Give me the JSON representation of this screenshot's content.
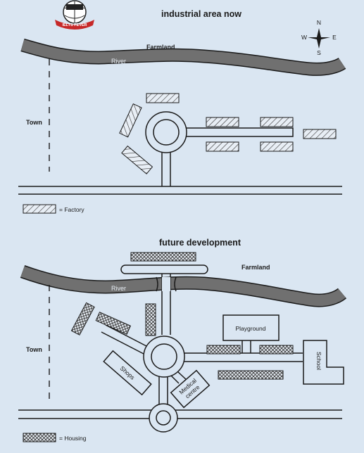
{
  "logo": {
    "icon": "globe-crest-logo-icon",
    "text": "IELTS FEVER",
    "colors": {
      "red": "#c62828",
      "dark": "#222222"
    }
  },
  "maps": {
    "now": {
      "title": "industrial area now",
      "labels": {
        "farmland": "Farmland",
        "river": "River",
        "town": "Town"
      },
      "legend": {
        "label": "= Factory"
      }
    },
    "future": {
      "title": "future development",
      "labels": {
        "farmland": "Farmland",
        "river": "River",
        "town": "Town",
        "playground": "Playground",
        "shops": "Shops",
        "medical_centre_line1": "Medical",
        "medical_centre_line2": "centre",
        "school": "School"
      },
      "legend": {
        "label": "= Housing"
      }
    }
  },
  "compass": {
    "n": "N",
    "s": "S",
    "e": "E",
    "w": "W"
  },
  "colors": {
    "background": "#dae6f2",
    "river": "#707070",
    "line": "#1a1a1a",
    "box_fill": "#e4ecf4"
  }
}
